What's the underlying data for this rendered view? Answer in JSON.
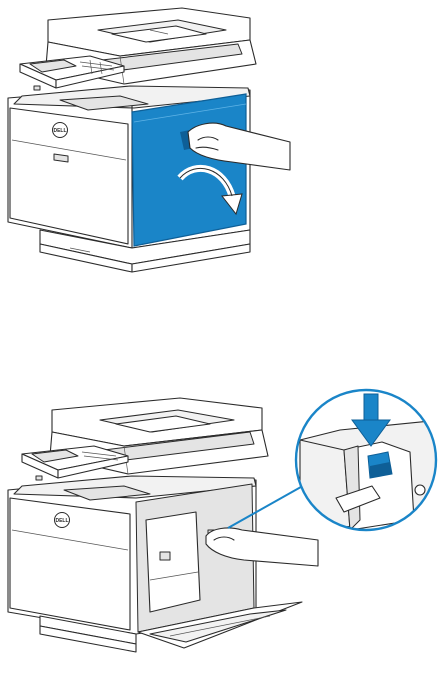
{
  "illustration": {
    "brand_logo": "DELL",
    "accent_color": "#1a85c8",
    "accent_dark": "#0e5f97",
    "step1": {
      "action": "open-right-side-door",
      "arrow": "curved-arrow-icon"
    },
    "step2": {
      "action": "press-release-lever",
      "arrow": "down-arrow-icon",
      "callout": "magnifier-callout"
    }
  }
}
